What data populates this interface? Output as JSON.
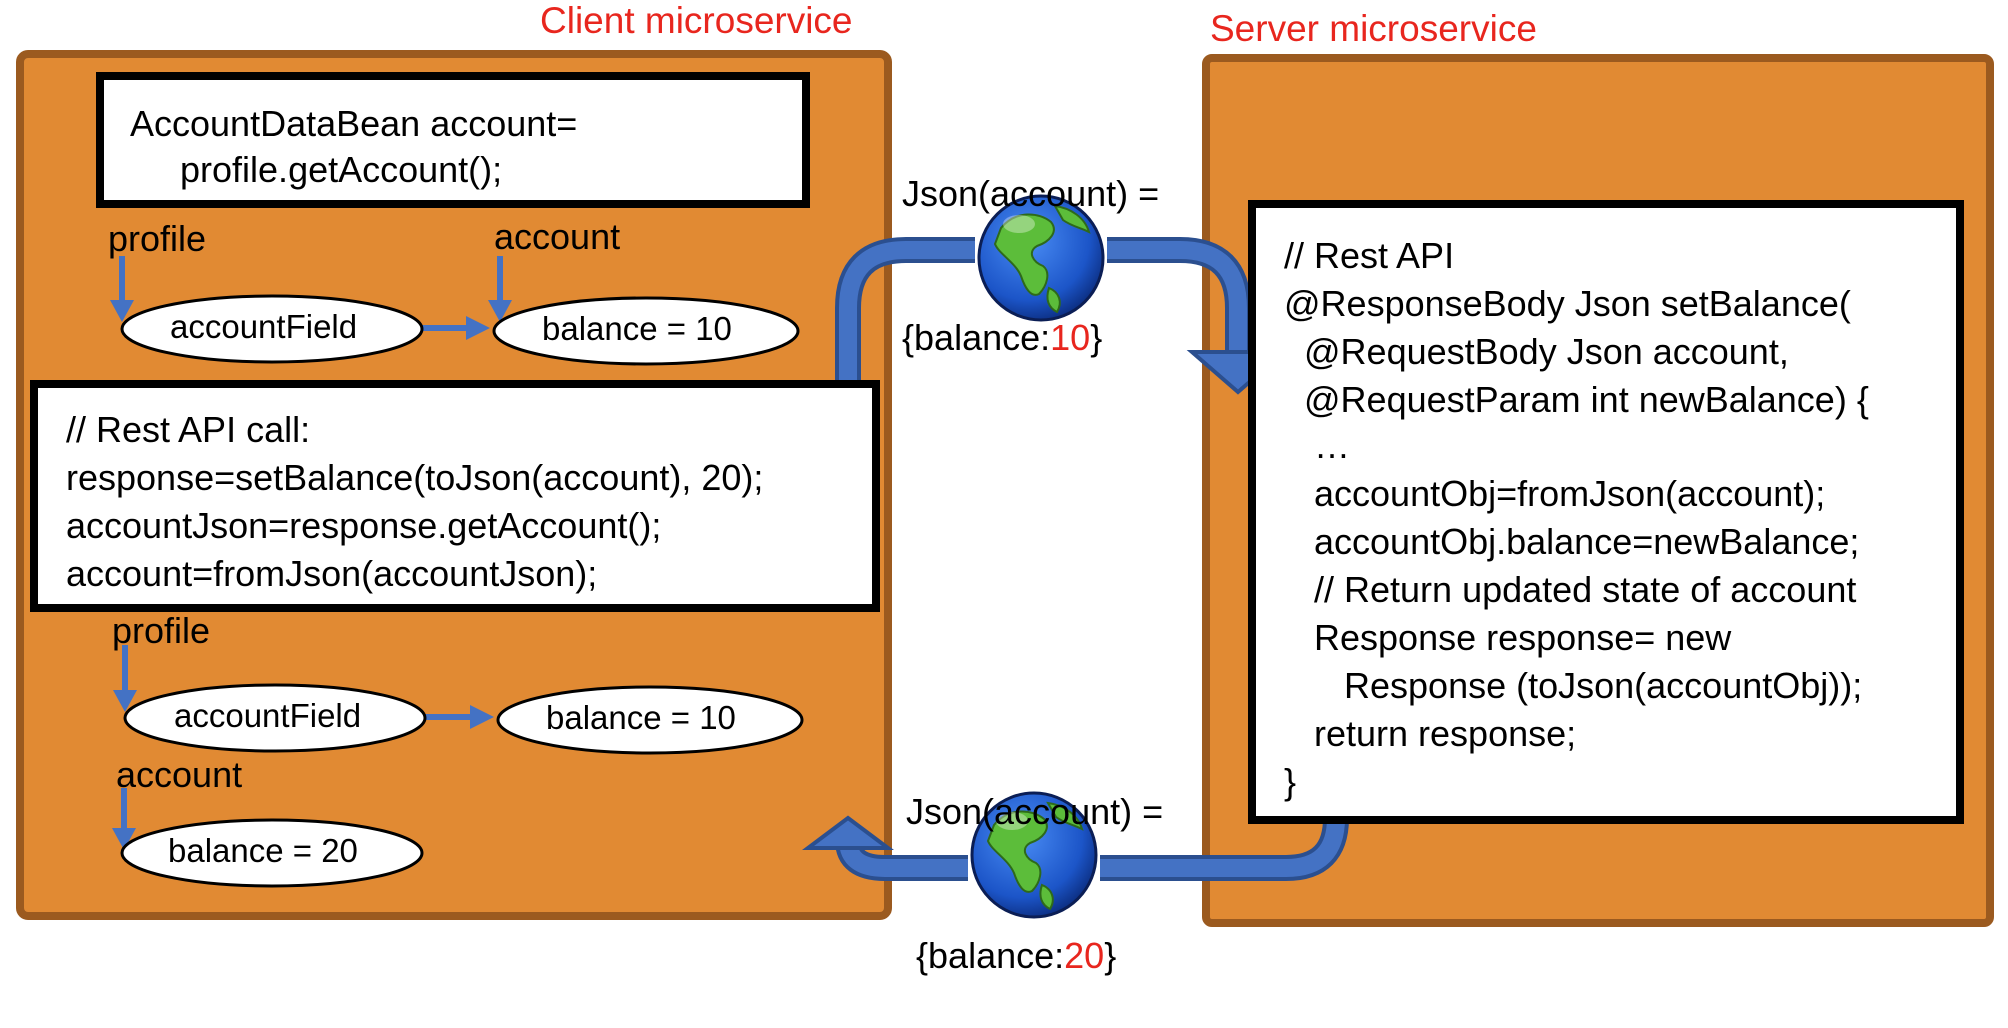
{
  "titles": {
    "client": "Client microservice",
    "server": "Server microservice"
  },
  "client": {
    "top_code": [
      "AccountDataBean account=",
      "     profile.getAccount();"
    ],
    "before": {
      "label_profile": "profile",
      "label_account": "account",
      "field_node": "accountField",
      "balance_node": "balance = 10"
    },
    "call_code": [
      "// Rest API call:",
      "response=setBalance(toJson(account), 20);",
      "accountJson=response.getAccount();",
      "account=fromJson(accountJson);"
    ],
    "after": {
      "label_profile": "profile",
      "label_account": "account",
      "field_node": "accountField",
      "old_balance_node": "balance = 10",
      "new_balance_node": "balance = 20"
    }
  },
  "server": {
    "code": [
      "// Rest API",
      "@ResponseBody Json setBalance(",
      "  @RequestBody Json account,",
      "  @RequestParam int newBalance) {",
      "   …",
      "   accountObj=fromJson(account);",
      "   accountObj.balance=newBalance;",
      "   // Return updated state of account",
      "   Response response= new",
      "      Response (toJson(accountObj));",
      "   return response;",
      "}"
    ]
  },
  "messages": {
    "request": {
      "line1": "Json(account) =",
      "prefix": "{balance:",
      "value": "10",
      "suffix": "}"
    },
    "response": {
      "line1": "Json(account) =",
      "prefix": "{balance:",
      "value": "20",
      "suffix": "}"
    }
  },
  "colors": {
    "panel_fill": "#e18a33",
    "panel_border": "#9b5a1f",
    "arrow": "#4472c4",
    "title": "#e8261e",
    "ocean": "#1c55c8",
    "land": "#5cbd3a"
  }
}
